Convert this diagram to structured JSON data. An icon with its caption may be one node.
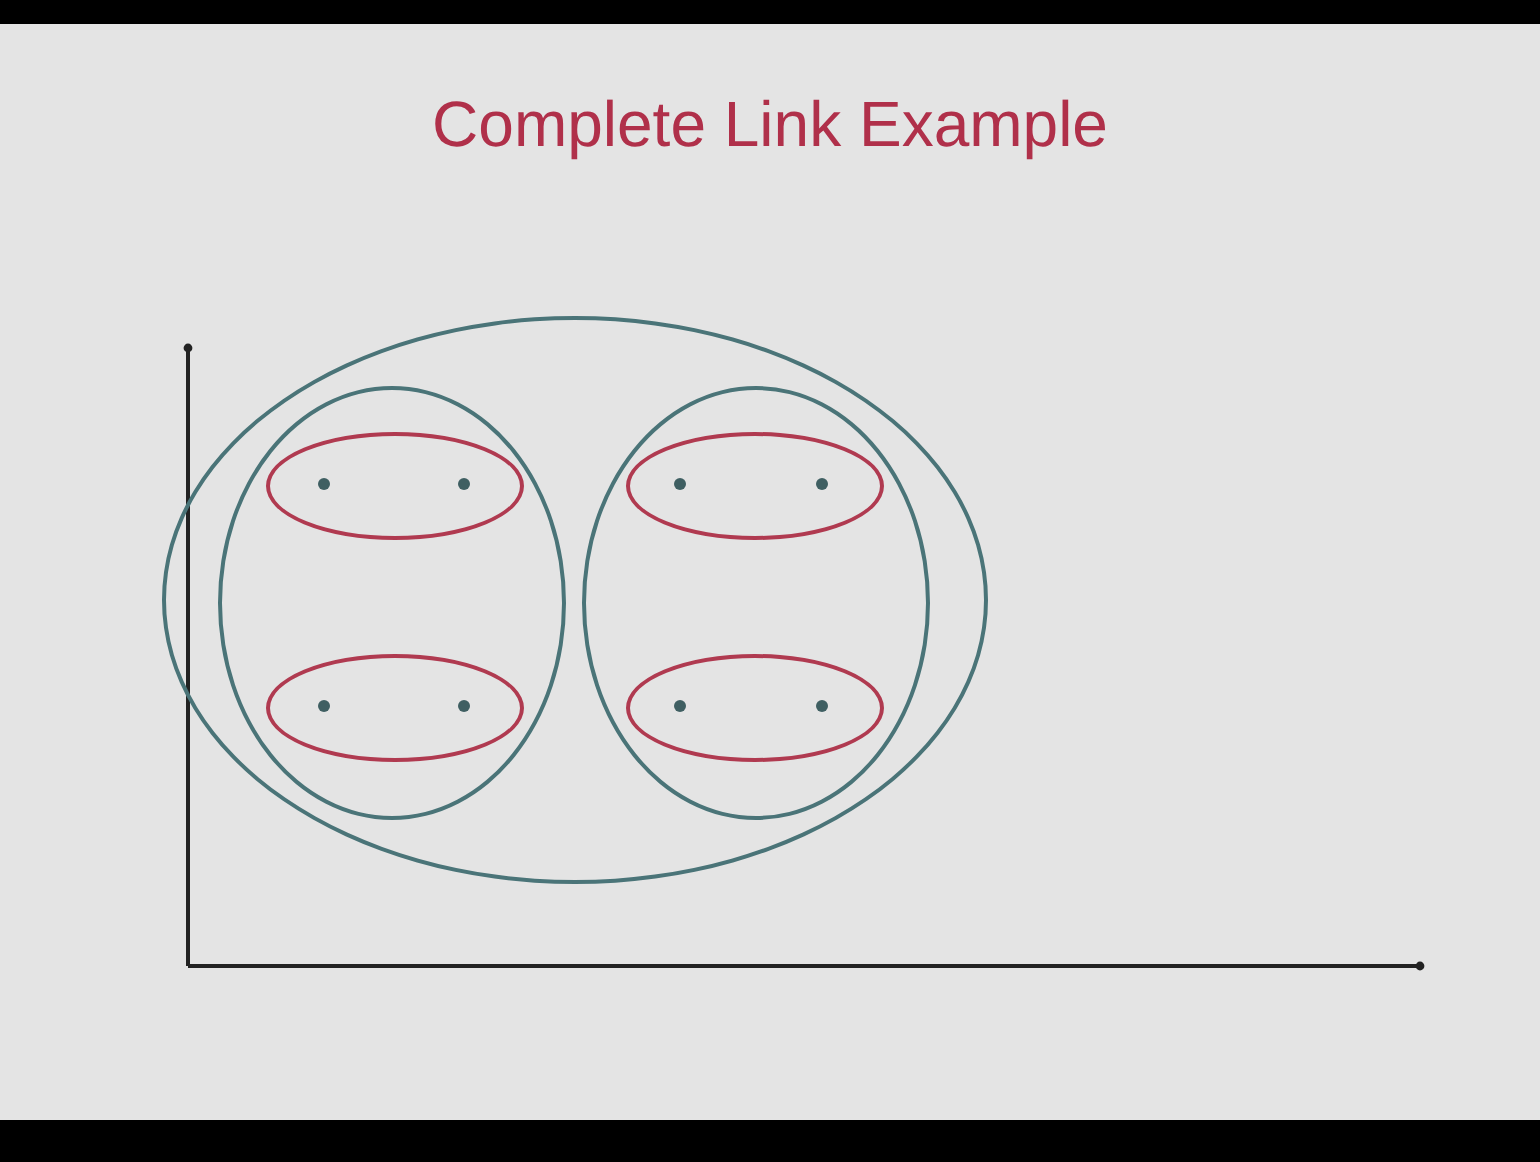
{
  "diagram": {
    "title": "Complete Link Example",
    "nodes": [
      {
        "text": [],
        "shape": "ellipse"
      },
      {
        "text": [],
        "shape": "ellipse",
        "in": 0
      },
      {
        "text": [],
        "shape": "ellipse",
        "in": 1
      },
      {
        "text": [],
        "shape": "dot",
        "in": 2
      },
      {
        "text": [],
        "shape": "dot",
        "in": 2
      },
      {
        "text": [],
        "shape": "ellipse",
        "in": 1
      },
      {
        "text": [],
        "shape": "dot",
        "in": 5
      },
      {
        "text": [],
        "shape": "dot",
        "in": 5
      },
      {
        "text": [],
        "shape": "ellipse",
        "in": 0
      },
      {
        "text": [],
        "shape": "ellipse",
        "in": 8
      },
      {
        "text": [],
        "shape": "dot",
        "in": 9
      },
      {
        "text": [],
        "shape": "dot",
        "in": 9
      },
      {
        "text": [],
        "shape": "ellipse",
        "in": 8
      },
      {
        "text": [],
        "shape": "dot",
        "in": 12
      },
      {
        "text": [],
        "shape": "dot",
        "in": 12
      }
    ]
  }
}
